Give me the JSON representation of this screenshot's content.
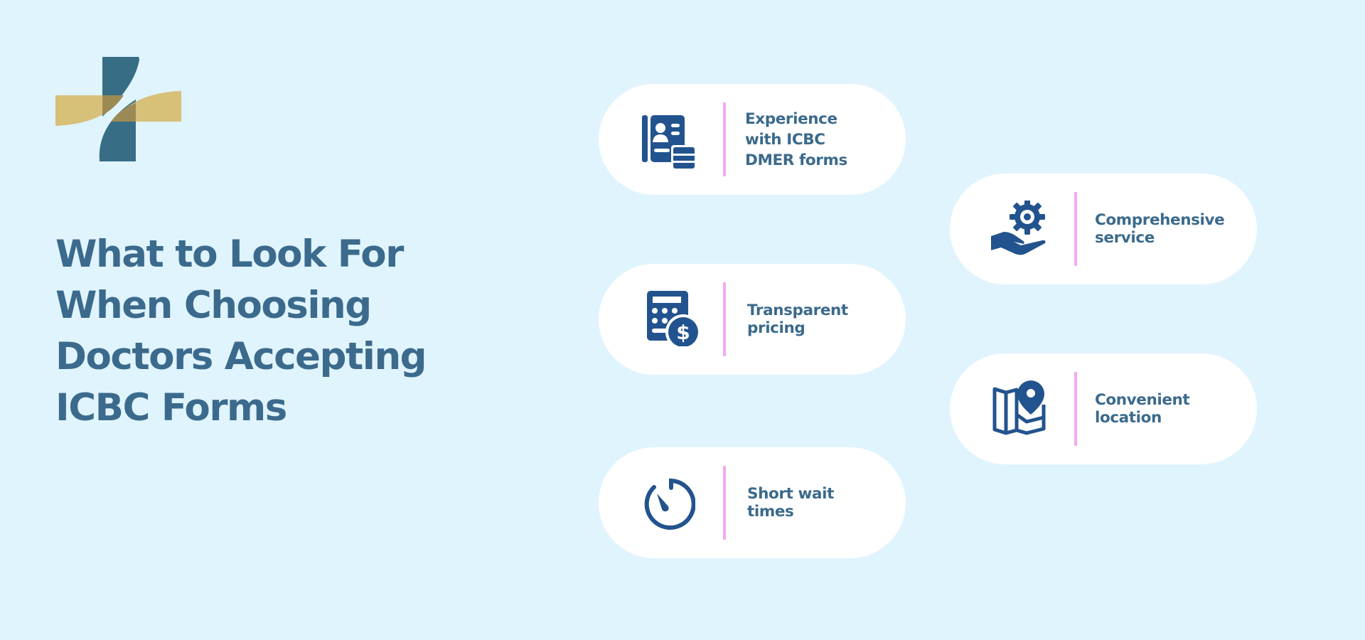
{
  "logo": {
    "name": "medical-cross-logo",
    "colors": {
      "teal": "#376e85",
      "gold": "#d6bb6e",
      "overlap": "#9c8a55"
    }
  },
  "title": {
    "lines": [
      "What to Look For",
      "When Choosing",
      "Doctors Accepting",
      "ICBC Forms"
    ]
  },
  "colors": {
    "background": "#e0f4fe",
    "pill": "#ffffff",
    "text": "#3b6a8c",
    "icon": "#23538e",
    "divider": "#f5a8f2"
  },
  "features": [
    {
      "icon": "id-card-document-icon",
      "lines": [
        "Experience",
        "with ICBC",
        "DMER forms"
      ]
    },
    {
      "icon": "hand-gear-icon",
      "lines": [
        "Comprehensive",
        "service"
      ]
    },
    {
      "icon": "calculator-dollar-icon",
      "lines": [
        "Transparent",
        "pricing"
      ]
    },
    {
      "icon": "map-pin-icon",
      "lines": [
        "Convenient",
        "location"
      ]
    },
    {
      "icon": "timer-icon",
      "lines": [
        "Short wait",
        "times"
      ]
    }
  ]
}
